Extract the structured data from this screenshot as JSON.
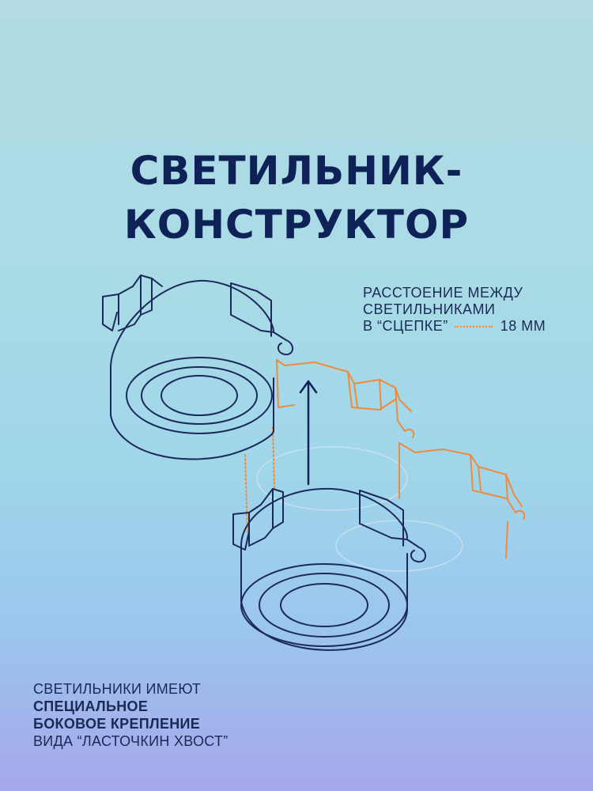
{
  "title": {
    "line1": "СВЕТИЛЬНИК-",
    "line2": "КОНСТРУКТОР"
  },
  "callout": {
    "line1": "РАССТОЕНИЕ МЕЖДУ",
    "line2": "СВЕТИЛЬНИКАМИ",
    "line3": "В “СЦЕПКЕ”",
    "value": "18 ММ"
  },
  "note": {
    "line1": "СВЕТИЛЬНИКИ ИМЕЮТ",
    "line2": "СПЕЦИАЛЬНОЕ",
    "line3": "БОКОВОЕ КРЕПЛЕНИЕ",
    "line4": "ВИДА “ЛАСТОЧКИН ХВОСТ”"
  },
  "colors": {
    "navy": "#0f2257",
    "outline": "#1b2a5a",
    "accent_orange": "#f08a3c"
  }
}
